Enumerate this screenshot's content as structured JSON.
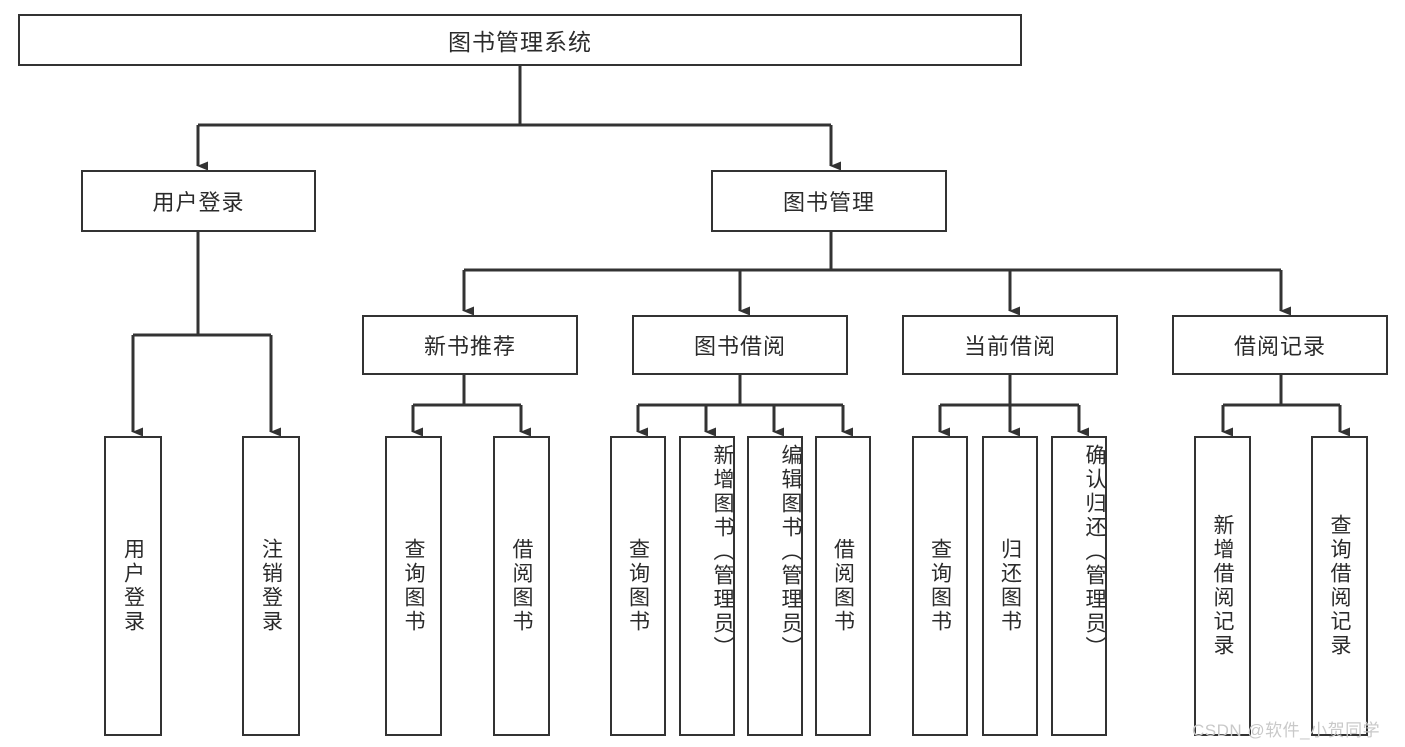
{
  "diagram": {
    "title": "图书管理系统",
    "type": "tree-hierarchy",
    "watermark": "CSDN @软件_小贺同学",
    "colors": {
      "stroke": "#333333",
      "box_fill": "#ffffff",
      "text": "#2b2b2b",
      "watermark": "#c9c9c9",
      "background": "#ffffff"
    },
    "nodes": {
      "root": {
        "label": "图书管理系统"
      },
      "level2": [
        {
          "id": "user-login",
          "label": "用户登录"
        },
        {
          "id": "book-management",
          "label": "图书管理"
        }
      ],
      "level3": [
        {
          "id": "new-book-recommend",
          "label": "新书推荐"
        },
        {
          "id": "book-borrow",
          "label": "图书借阅"
        },
        {
          "id": "current-borrow",
          "label": "当前借阅"
        },
        {
          "id": "borrow-record",
          "label": "借阅记录"
        }
      ],
      "leaves": {
        "user-login": [
          {
            "id": "leaf-user-login",
            "label": "用户登录"
          },
          {
            "id": "leaf-user-logout",
            "label": "注销登录"
          }
        ],
        "new-book-recommend": [
          {
            "id": "leaf-query-book-1",
            "label": "查询图书"
          },
          {
            "id": "leaf-borrow-book-1",
            "label": "借阅图书"
          }
        ],
        "book-borrow": [
          {
            "id": "leaf-query-book-2",
            "label": "查询图书"
          },
          {
            "id": "leaf-add-book",
            "label": "新增图书（管理员）"
          },
          {
            "id": "leaf-edit-book",
            "label": "编辑图书（管理员）"
          },
          {
            "id": "leaf-borrow-book-2",
            "label": "借阅图书"
          }
        ],
        "current-borrow": [
          {
            "id": "leaf-query-book-3",
            "label": "查询图书"
          },
          {
            "id": "leaf-return-book",
            "label": "归还图书"
          },
          {
            "id": "leaf-confirm-return",
            "label": "确认归还（管理员）"
          }
        ],
        "borrow-record": [
          {
            "id": "leaf-add-record",
            "label": "新增借阅记录"
          },
          {
            "id": "leaf-query-record",
            "label": "查询借阅记录"
          }
        ]
      }
    }
  }
}
